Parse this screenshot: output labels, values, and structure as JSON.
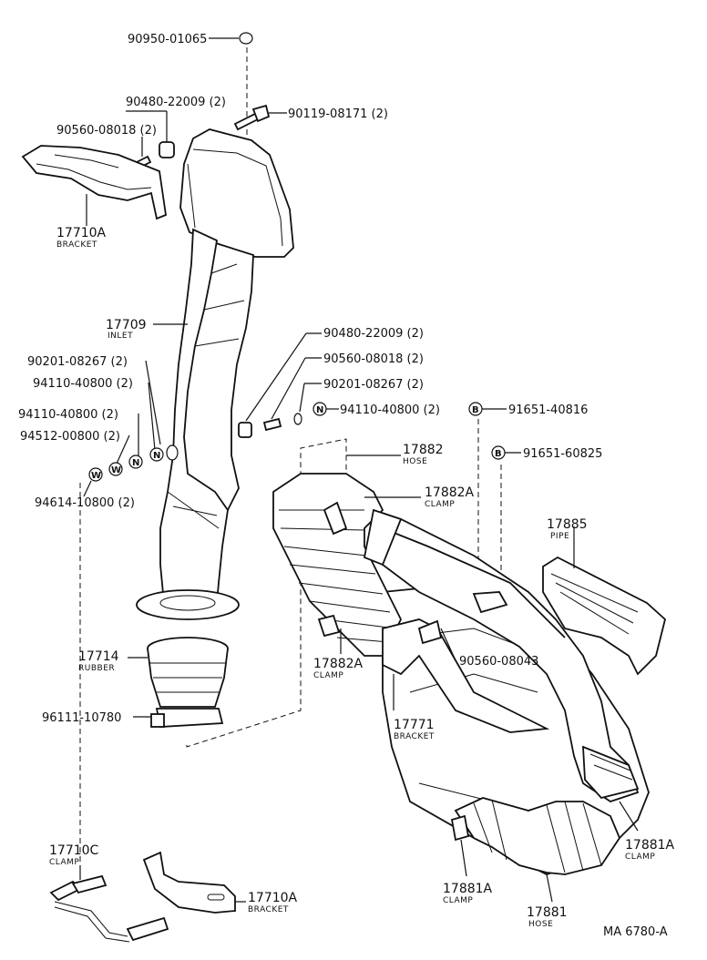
{
  "labels": {
    "p90950": "90950-01065",
    "p90480a": "90480-22009 (2)",
    "p90119": "90119-08171 (2)",
    "p90560a": "90560-08018 (2)",
    "b17710a_top_num": "17710A",
    "b17710a_top_name": "BRACKET",
    "i17709_num": "17709",
    "i17709_name": "INLET",
    "p90201a": "90201-08267 (2)",
    "p94110a": "94110-40800 (2)",
    "p94110b": "94110-40800 (2)",
    "p94512": "94512-00800 (2)",
    "p94614": "94614-10800 (2)",
    "p90480b": "90480-22009 (2)",
    "p90560b": "90560-08018 (2)",
    "p90201b": "90201-08267 (2)",
    "p94110c": "94110-40800 (2)",
    "p91651a": "91651-40816",
    "p91651b": "91651-60825",
    "h17882_num": "17882",
    "h17882_name": "HOSE",
    "c17882a_top_num": "17882A",
    "c17882a_top_name": "CLAMP",
    "pp17885_num": "17885",
    "pp17885_name": "PIPE",
    "r17714_num": "17714",
    "r17714_name": "RUBBER",
    "p96111": "96111-10780",
    "c17882a_bot_num": "17882A",
    "c17882a_bot_name": "CLAMP",
    "p90560c": "90560-08043",
    "b17771_num": "17771",
    "b17771_name": "BRACKET",
    "c17881a_right_num": "17881A",
    "c17881a_right_name": "CLAMP",
    "c17710c_num": "17710C",
    "c17710c_name": "CLAMP",
    "b17710a_bot_num": "17710A",
    "b17710a_bot_name": "BRACKET",
    "c17881a_bot_num": "17881A",
    "c17881a_bot_name": "CLAMP",
    "h17881_num": "17881",
    "h17881_name": "HOSE",
    "ref_code": "MA 6780-A"
  },
  "symbols": {
    "N": "N",
    "W": "W",
    "B": "B"
  }
}
